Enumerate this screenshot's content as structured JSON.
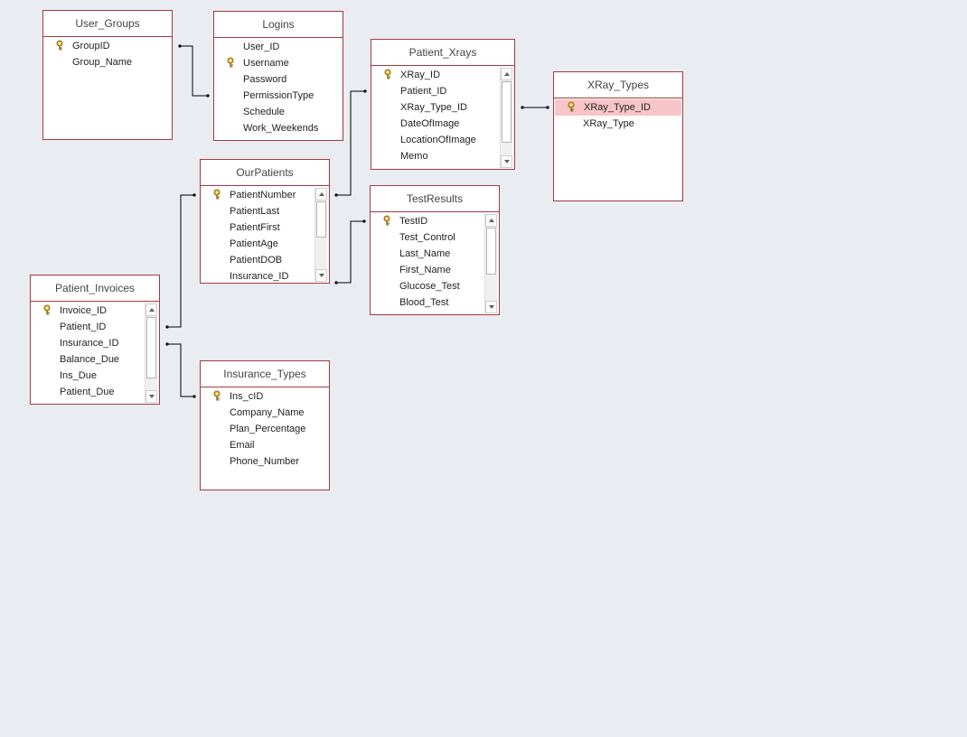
{
  "colors": {
    "canvas_bg": "#e9edf1",
    "table_border": "#a23a3f",
    "selected_row_bg": "#f7c5c8",
    "relationship_line": "#000000",
    "key_icon": "#c9a227"
  },
  "tables": [
    {
      "id": "user-groups",
      "title": "User_Groups",
      "scrollbar": false,
      "fields": [
        {
          "name": "GroupID",
          "key": true
        },
        {
          "name": "Group_Name"
        }
      ]
    },
    {
      "id": "logins",
      "title": "Logins",
      "scrollbar": false,
      "fields": [
        {
          "name": "User_ID"
        },
        {
          "name": "Username",
          "key": true
        },
        {
          "name": "Password"
        },
        {
          "name": "PermissionType"
        },
        {
          "name": "Schedule"
        },
        {
          "name": "Work_Weekends"
        }
      ]
    },
    {
      "id": "patient-xrays",
      "title": "Patient_Xrays",
      "scrollbar": true,
      "fields": [
        {
          "name": "XRay_ID",
          "key": true
        },
        {
          "name": "Patient_ID"
        },
        {
          "name": "XRay_Type_ID"
        },
        {
          "name": "DateOfImage"
        },
        {
          "name": "LocationOfImage"
        },
        {
          "name": "Memo"
        }
      ]
    },
    {
      "id": "xray-types",
      "title": "XRay_Types",
      "scrollbar": false,
      "fields": [
        {
          "name": "XRay_Type_ID",
          "key": true,
          "selected": true
        },
        {
          "name": "XRay_Type"
        }
      ]
    },
    {
      "id": "our-patients",
      "title": "OurPatients",
      "scrollbar": true,
      "fields": [
        {
          "name": "PatientNumber",
          "key": true
        },
        {
          "name": "PatientLast"
        },
        {
          "name": "PatientFirst"
        },
        {
          "name": "PatientAge"
        },
        {
          "name": "PatientDOB"
        },
        {
          "name": "Insurance_ID"
        }
      ]
    },
    {
      "id": "test-results",
      "title": "TestResults",
      "scrollbar": true,
      "fields": [
        {
          "name": "TestID",
          "key": true
        },
        {
          "name": "Test_Control"
        },
        {
          "name": "Last_Name"
        },
        {
          "name": "First_Name"
        },
        {
          "name": "Glucose_Test"
        },
        {
          "name": "Blood_Test"
        }
      ]
    },
    {
      "id": "patient-invoices",
      "title": "Patient_Invoices",
      "scrollbar": true,
      "fields": [
        {
          "name": "Invoice_ID",
          "key": true
        },
        {
          "name": "Patient_ID"
        },
        {
          "name": "Insurance_ID"
        },
        {
          "name": "Balance_Due"
        },
        {
          "name": "Ins_Due"
        },
        {
          "name": "Patient_Due"
        }
      ]
    },
    {
      "id": "insurance-types",
      "title": "Insurance_Types",
      "scrollbar": false,
      "fields": [
        {
          "name": "Ins_cID",
          "key": true
        },
        {
          "name": "Company_Name"
        },
        {
          "name": "Plan_Percentage"
        },
        {
          "name": "Email"
        },
        {
          "name": "Phone_Number"
        }
      ]
    }
  ]
}
